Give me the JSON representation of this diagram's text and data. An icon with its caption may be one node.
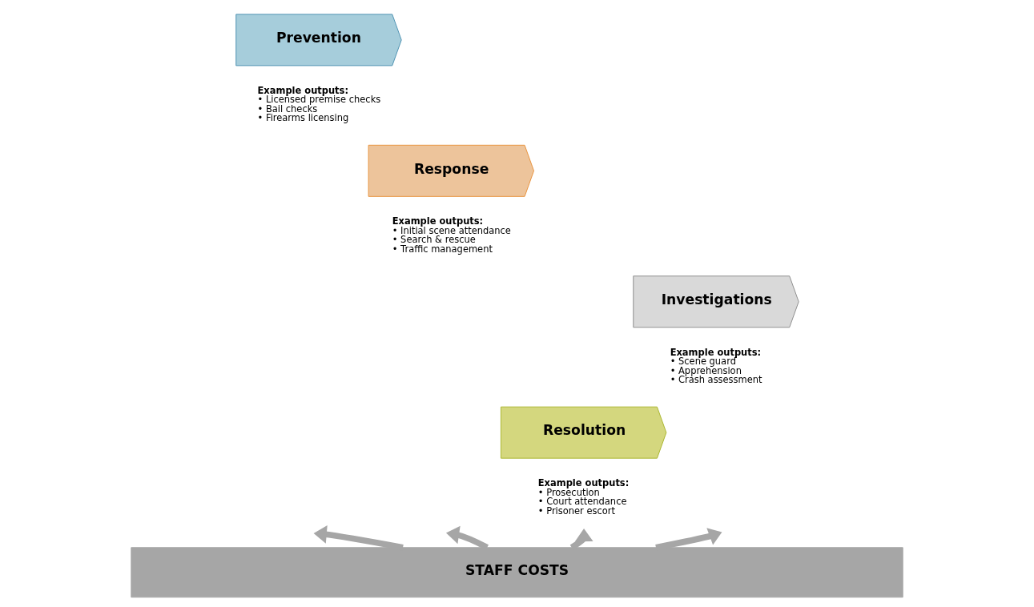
{
  "diagram": {
    "nodes": [
      {
        "text": [
          "Prevention"
        ],
        "beside": [
          "Example outputs:",
          "• Licensed premise checks",
          "• Bail checks",
          "• Firearms licensing"
        ]
      },
      {
        "text": [
          "Response"
        ],
        "beside": [
          "Example outputs:",
          "• Initial scene attendance",
          "• Search & rescue",
          "• Traffic management"
        ]
      },
      {
        "text": [
          "Investigations"
        ],
        "beside": [
          "Example outputs:",
          "• Scene guard",
          "• Apprehension",
          "• Crash assessment"
        ]
      },
      {
        "text": [
          "Resolution"
        ],
        "beside": [
          "Example outputs:",
          "• Prosecution",
          "• Court attendance",
          "• Prisoner escort"
        ]
      },
      {
        "text": [
          "STAFF COSTS"
        ]
      }
    ],
    "edges": [
      {
        "from": 4,
        "to": null,
        "arrow": "to"
      },
      {
        "from": 4,
        "to": null,
        "arrow": "to"
      },
      {
        "from": 4,
        "to": null,
        "arrow": "to"
      },
      {
        "from": 4,
        "to": null,
        "arrow": "to"
      }
    ]
  }
}
